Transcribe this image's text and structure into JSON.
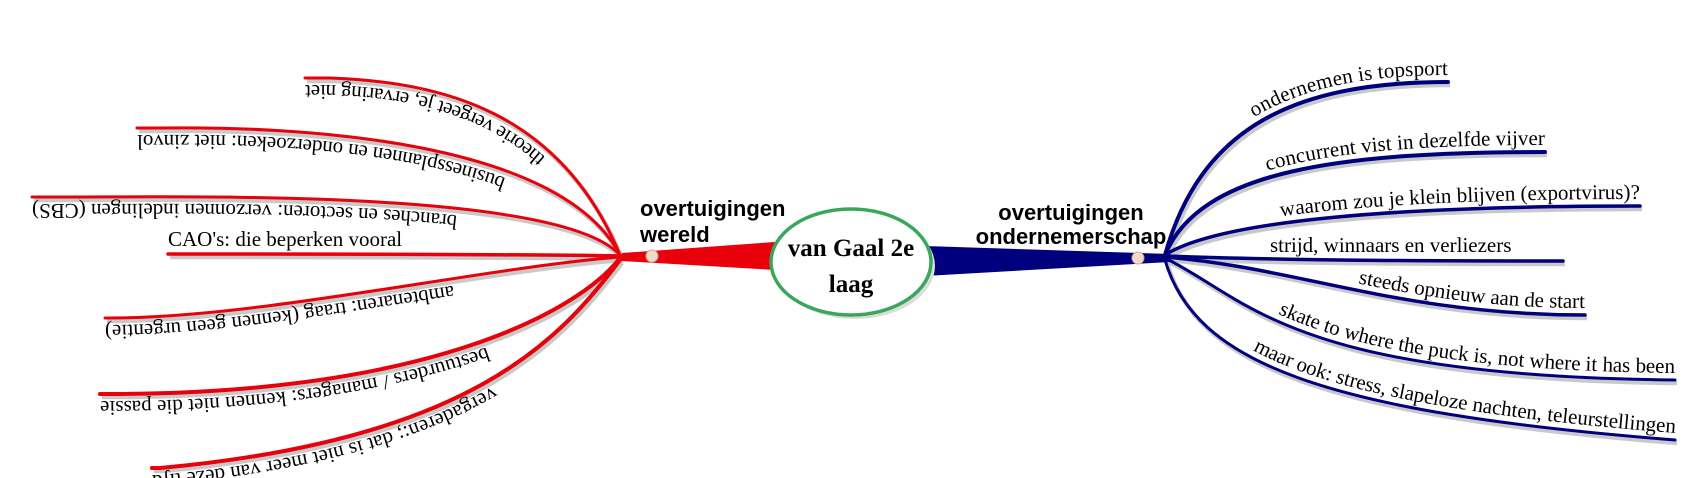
{
  "center": {
    "line1": "van Gaal 2e",
    "line2": "laag",
    "border_color": "#3aa65a"
  },
  "left": {
    "title_line1": "overtuigingen",
    "title_line2": "wereld",
    "color": "#e8000b",
    "items": [
      "theorie vergeet je, ervaring niet",
      "businessplannen en onderzoeken: niet zinvol",
      "branches en sectoren: verzonnen indelingen (CBS)",
      "CAO's: die beperken vooral",
      "ambtenaren: traag (kennen geen urgentie)",
      "bestuurders / managers: kennen niet die passie",
      "vergaderen:; dat is niet meer van deze tijd"
    ]
  },
  "right": {
    "title_line1": "overtuigingen",
    "title_line2": "ondernemerschap",
    "color": "#00007f",
    "items": [
      "ondernemen is topsport",
      "concurrent vist in dezelfde vijver",
      "waarom zou je klein blijven (exportvirus)?",
      "strijd, winnaars en verliezers",
      "steeds opnieuw aan de start",
      "skate to where the puck is, not where it has been",
      "maar ook: stress, slapeloze nachten, teleurstellingen"
    ]
  }
}
